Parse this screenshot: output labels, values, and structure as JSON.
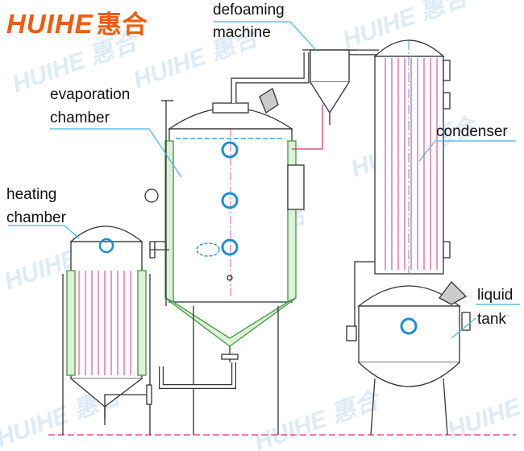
{
  "logo": {
    "brand": "HUIHE",
    "chinese": "惠合",
    "color": "#f25a0e"
  },
  "watermark": "HUIHE 惠合",
  "labels": {
    "defoaming": [
      "defoaming",
      "machine"
    ],
    "evaporation": [
      "evaporation",
      "chamber"
    ],
    "heating": [
      "heating",
      "chamber"
    ],
    "condenser": "condenser",
    "liquid_tank": [
      "liquid",
      "tank"
    ]
  },
  "colors": {
    "outline": "#333333",
    "tubes": "#e0307a",
    "insulation": "#3a9a3a",
    "window": "#1a8fd8",
    "leader": "#3fb8e8"
  }
}
